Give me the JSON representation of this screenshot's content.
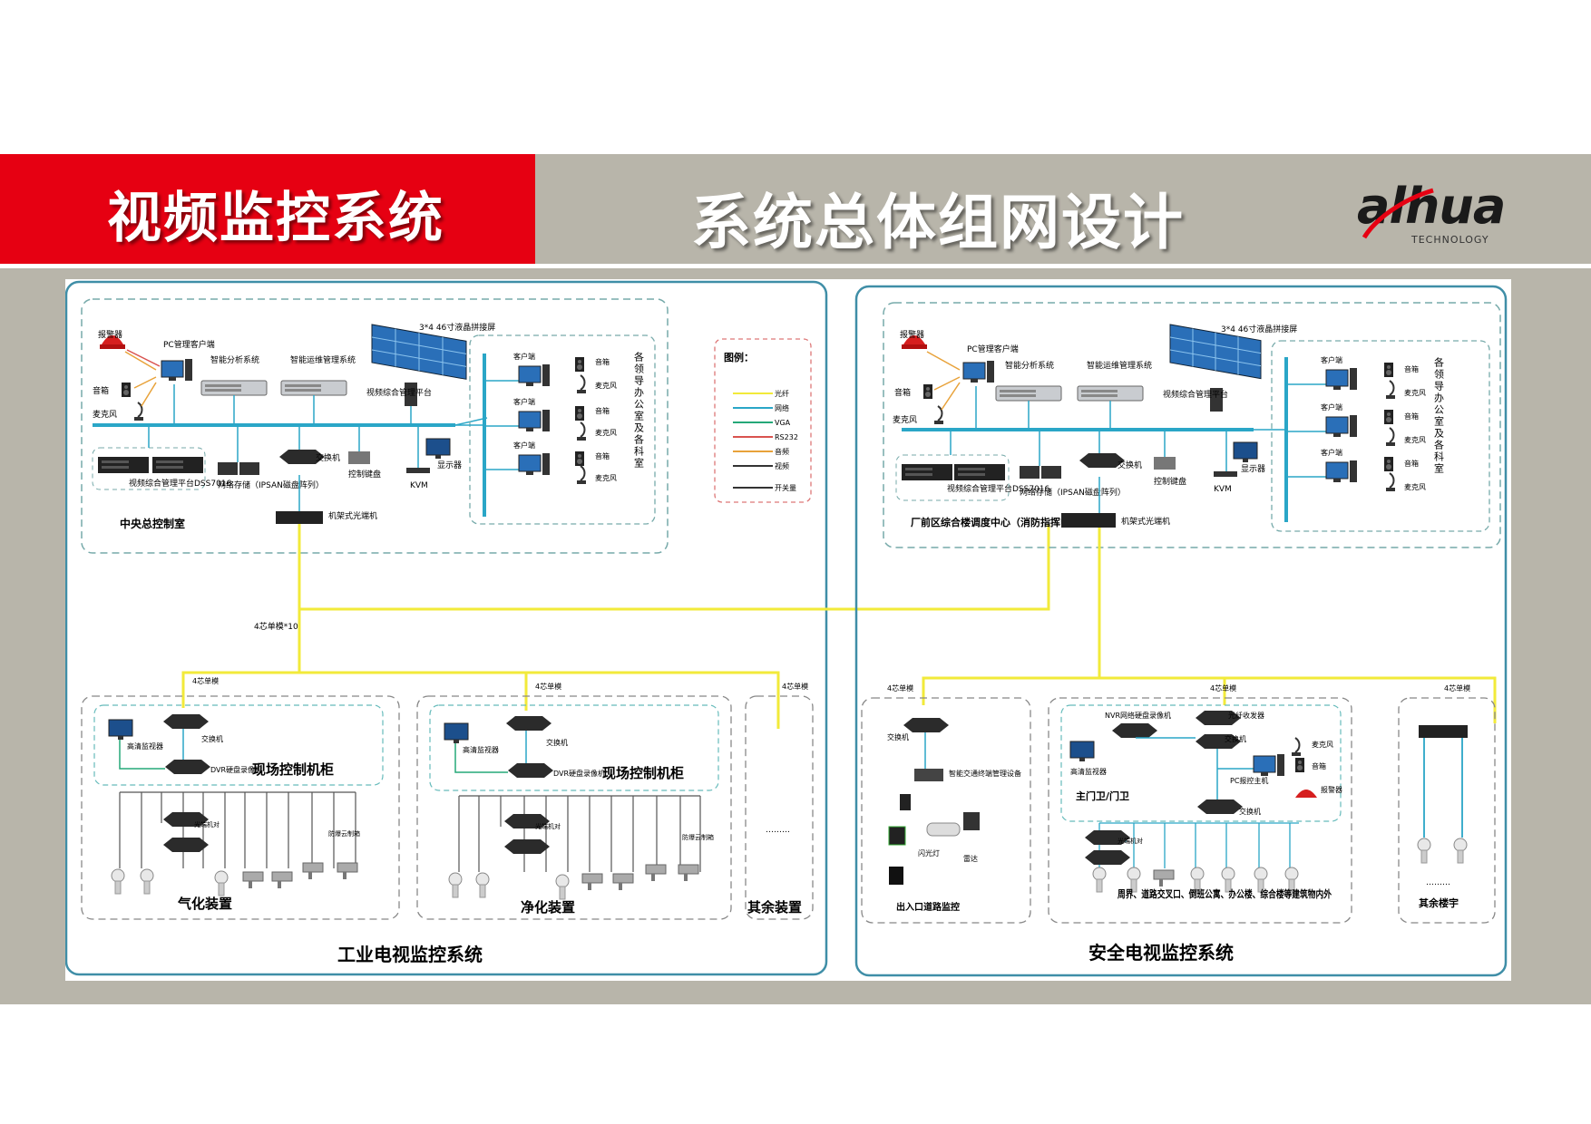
{
  "header": {
    "left_title": "视频监控系统",
    "right_title": "系统总体组网设计",
    "logo_text": "alhua",
    "logo_sub": "TECHNOLOGY"
  },
  "colors": {
    "red": "#e60012",
    "gray": "#b8b5aa",
    "fiber": "#f2ea3a",
    "network": "#2aa6c7",
    "vga": "#25a878",
    "rs232": "#d9534f",
    "audio": "#e8a23a",
    "video": "#333333"
  },
  "legend": {
    "title": "图例：",
    "items": [
      {
        "label": "光纤",
        "color": "#f2ea3a"
      },
      {
        "label": "网络",
        "color": "#2aa6c7"
      },
      {
        "label": "VGA",
        "color": "#25a878"
      },
      {
        "label": "RS232",
        "color": "#d9534f"
      },
      {
        "label": "音频",
        "color": "#e8a23a"
      },
      {
        "label": "视频",
        "color": "#333333"
      },
      {
        "label": "开关量",
        "color": "#333333"
      }
    ]
  },
  "left": {
    "system_name": "工业电视监控系统",
    "control_room": "中央总控制室",
    "alarm": "报警器",
    "speaker": "音箱",
    "mic": "麦克风",
    "pc_client": "PC管理客户端",
    "analysis": "智能分析系统",
    "ops": "智能运维管理系统",
    "video_wall": "3*4 46寸液晶拼接屏",
    "platform": "视频综合管理平台",
    "dss": "视频综合管理平台DSS7016",
    "storage": "网络存储（IPSAN磁盘阵列）",
    "switch": "交换机",
    "keyboard": "控制键盘",
    "kvm": "KVM",
    "display": "显示器",
    "clients": [
      "客户端",
      "客户端",
      "客户端"
    ],
    "speakers": [
      "音箱",
      "音箱",
      "音箱"
    ],
    "mics": [
      "麦克风",
      "麦克风",
      "麦克风"
    ],
    "offices": "各领导办公室及各科室",
    "optical": "机架式光端机",
    "fiber_trunk": "4芯单模*10",
    "fiber_labels": [
      "4芯单模",
      "4芯单模",
      "4芯单模"
    ],
    "monitor": "高清监视器",
    "dvr": "DVR硬盘录像机",
    "cabinet": "现场控制机柜",
    "transceiver": "光端机对",
    "explosion": "防爆云制箱",
    "ellipsis": "………",
    "areas": [
      "气化装置",
      "净化装置",
      "其余装置"
    ]
  },
  "right": {
    "system_name": "安全电视监控系统",
    "center": "厂前区综合楼调度中心（消防指挥中心）",
    "alarm": "报警器",
    "speaker": "音箱",
    "mic": "麦克风",
    "pc_client": "PC管理客户端",
    "analysis": "智能分析系统",
    "ops": "智能运维管理系统",
    "video_wall": "3*4 46寸液晶拼接屏",
    "platform": "视频综合管理平台",
    "dss": "视频综合管理平台DSS7016",
    "storage": "网络存储（IPSAN磁盘阵列）",
    "switch": "交换机",
    "keyboard": "控制键盘",
    "kvm": "KVM",
    "display": "显示器",
    "clients": [
      "客户端",
      "客户端",
      "客户端"
    ],
    "speakers": [
      "音箱",
      "音箱",
      "音箱"
    ],
    "mics": [
      "麦克风",
      "麦克风",
      "麦克风"
    ],
    "offices": "各领导办公室及各科室",
    "optical": "机架式光端机",
    "fiber_labels": [
      "4芯单模",
      "4芯单模",
      "4芯单模"
    ],
    "traffic": "智能交通终端管理设备",
    "flash": "闪光灯",
    "radar": "雷达",
    "entrance": "出入口道路监控",
    "nvr": "NVR网络硬盘录像机",
    "fiber_tx": "光纤收发器",
    "monitor": "高清监视器",
    "gate": "主门卫/门卫",
    "pc_host": "PC报控主机",
    "alarm2": "报警器",
    "transceiver": "光端机对",
    "perimeter": "周界、道路交叉口、倒班公寓、办公楼、综合楼等建筑物内外",
    "other": "其余楼宇",
    "ellipsis": "………"
  }
}
